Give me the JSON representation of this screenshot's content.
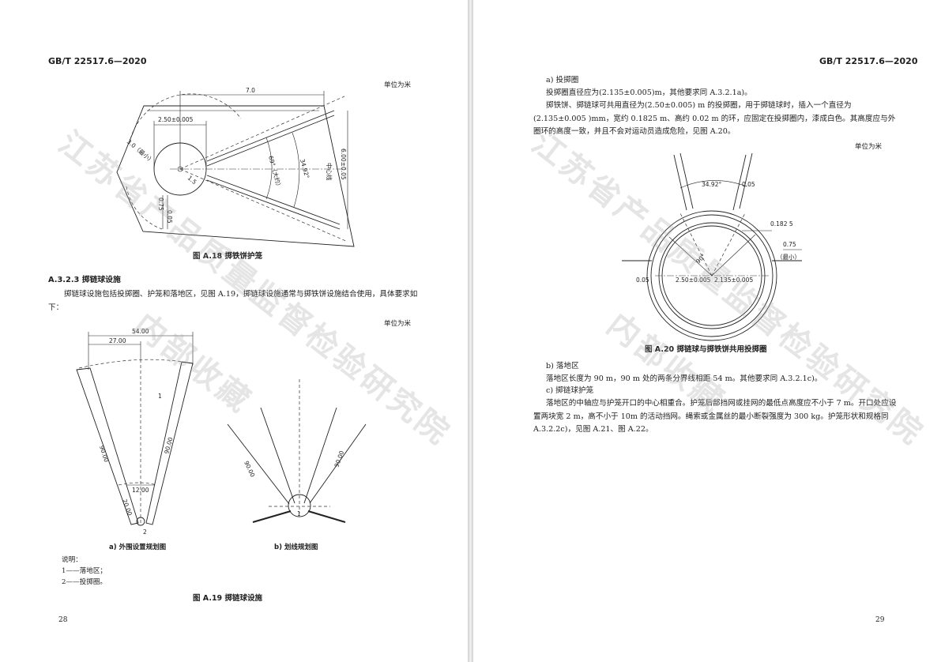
{
  "left": {
    "header": "GB/T 22517.6—2020",
    "unit_a18": "单位为米",
    "fig_a18": {
      "caption": "图 A.18   掷铁饼护笼",
      "dims": {
        "d7": "7.0",
        "d250": "2.50±0.005",
        "d30": "3.0（最小）",
        "d15": "1.5",
        "d075": "0.75",
        "d005": "0.05",
        "a69": "69°（大约）",
        "a3492": "34.92°",
        "d6": "6.00±0.05",
        "center": "中心线"
      }
    },
    "section_title": "A.3.2.3   掷链球设施",
    "para": "掷链球设施包括投掷圈、护笼和落地区，见图 A.19，掷链球设施通常与掷铁饼设施结合使用，具体要求如下：",
    "unit_a19": "单位为米",
    "fig_a19": {
      "a": {
        "d54": "54.00",
        "d27": "27.00",
        "l1": "1",
        "l2": "2",
        "d90l": "90.00",
        "d90r": "90.00",
        "d12": "12.00",
        "d20": "20.00",
        "sub": "a)  外围设置规划图"
      },
      "b": {
        "d90l": "90.00",
        "d90r": "90.00",
        "l1": "1",
        "sub": "b)  划线规划图"
      }
    },
    "legend_title": "说明：",
    "legend_1": "1——落地区；",
    "legend_2": "2——投掷圈。",
    "caption_a19": "图 A.19   掷链球设施",
    "page_no": "28"
  },
  "right": {
    "header": "GB/T 22517.6—2020",
    "item_a": "a)   投掷圈",
    "para_a1": "投掷圈直径应为(2.135±0.005)m，其他要求同 A.3.2.1a)。",
    "para_a2": "掷铁饼、掷链球可共用直径为(2.50±0.005) m 的投掷圈，用于掷链球时，插入一个直径为(2.135±0.005 )mm，宽约 0.1825 m、高约 0.02 m 的环，应固定在投掷圈内，漆成白色。其高度应与外圈环的高度一致，并且不会对运动员造成危险，见图 A.20。",
    "unit": "单位为米",
    "fig_a20": {
      "caption": "图 A.20   掷链球与掷铁饼共用投掷圈",
      "dims": {
        "a3492": "34.92°",
        "d005a": "0.05",
        "d1825": "0.182 5",
        "d075": "0.75",
        "min": "（最小）",
        "d005b": "0.05",
        "d250": "2.50±0.005",
        "d2135": "2.135±0.005",
        "a90": "90°"
      }
    },
    "item_b": "b)   落地区",
    "para_b": "落地区长度为 90 m，90 m 处的两条分界线相距 54 m。其他要求同 A.3.2.1c)。",
    "item_c": "c)   掷链球护笼",
    "para_c": "落地区的中轴应与护笼开口的中心相重合。护笼后部挡网或挂网的最低点高度应不小于 7 m。开口处应设置两块宽 2 m，高不小于 10m 的活动挡网。绳索或金属丝的最小断裂强度为 300 kg。护笼形状和规格同 A.3.2.2c)，见图 A.21、图 A.22。",
    "page_no": "29"
  },
  "watermark": {
    "left_line1": "江苏省产品质量监督检验研究院",
    "left_line2": "内部收藏",
    "right_line1": "江苏省产品质量监督检验研究院",
    "right_line2": "内部收藏"
  }
}
